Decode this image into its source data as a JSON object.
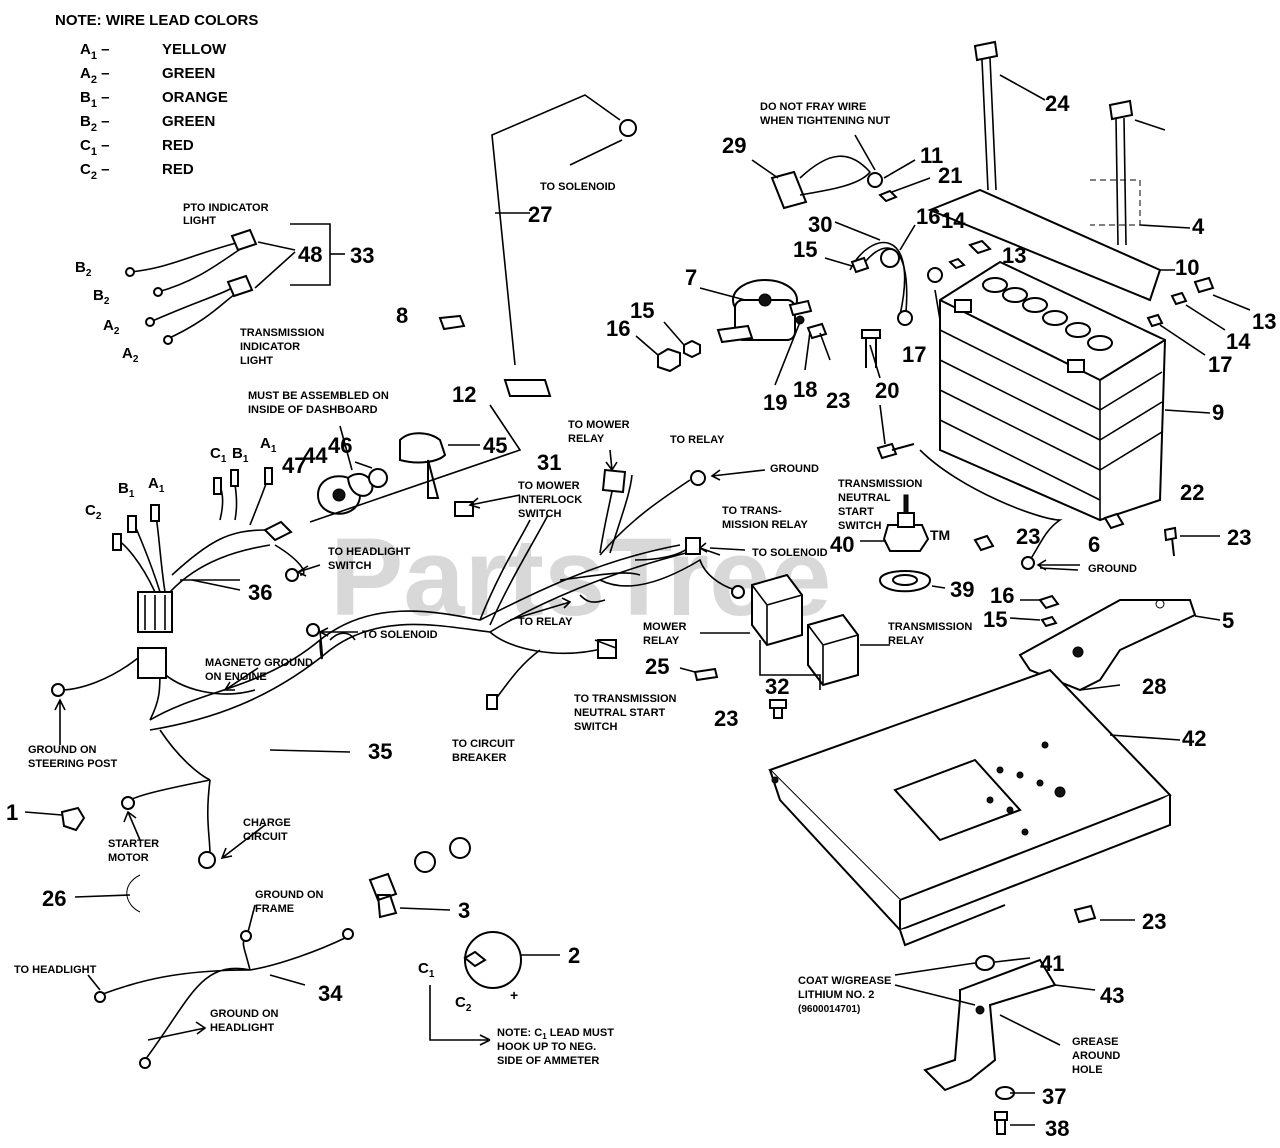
{
  "note": {
    "title": "NOTE: WIRE LEAD COLORS",
    "rows": [
      {
        "code": "A",
        "sub": "1",
        "color": "YELLOW"
      },
      {
        "code": "A",
        "sub": "2",
        "color": "GREEN"
      },
      {
        "code": "B",
        "sub": "1",
        "color": "ORANGE"
      },
      {
        "code": "B",
        "sub": "2",
        "color": "GREEN"
      },
      {
        "code": "C",
        "sub": "1",
        "color": "RED"
      },
      {
        "code": "C",
        "sub": "2",
        "color": "RED"
      }
    ]
  },
  "watermark": "PartsTree",
  "watermark_tm": "TM",
  "labels": {
    "pto": [
      "PTO INDICATOR",
      "LIGHT"
    ],
    "transmission_indicator": [
      "TRANSMISSION",
      "INDICATOR",
      "LIGHT"
    ],
    "to_solenoid_top": "TO SOLENOID",
    "do_not_fray": [
      "DO NOT FRAY WIRE",
      "WHEN TIGHTENING NUT"
    ],
    "dashboard": [
      "MUST BE ASSEMBLED ON",
      "INSIDE OF DASHBOARD"
    ],
    "to_mower_relay": [
      "TO MOWER",
      "RELAY"
    ],
    "to_relay_top": "TO RELAY",
    "ground_mid": "GROUND",
    "to_mower_interlock": [
      "TO MOWER",
      "INTERLOCK",
      "SWITCH"
    ],
    "to_trans_relay": [
      "TO TRANS-",
      "MISSION RELAY"
    ],
    "to_solenoid_mid": "TO SOLENOID",
    "trans_neutral_switch": [
      "TRANSMISSION",
      "NEUTRAL",
      "START",
      "SWITCH"
    ],
    "ground_right": "GROUND",
    "to_headlight_switch": [
      "TO HEADLIGHT",
      "SWITCH"
    ],
    "to_solenoid_low": "TO SOLENOID",
    "to_relay_low": "TO RELAY",
    "mower_relay": [
      "MOWER",
      "RELAY"
    ],
    "transmission_relay": [
      "TRANSMISSION",
      "RELAY"
    ],
    "magneto": [
      "MAGNETO GROUND",
      "ON ENGINE"
    ],
    "ground_steering": [
      "GROUND ON",
      "STEERING POST"
    ],
    "to_trans_neutral": [
      "TO TRANSMISSION",
      "NEUTRAL START",
      "SWITCH"
    ],
    "to_circuit_breaker": [
      "TO CIRCUIT",
      "BREAKER"
    ],
    "starter_motor": [
      "STARTER",
      "MOTOR"
    ],
    "charge_circuit": [
      "CHARGE",
      "CIRCUIT"
    ],
    "ground_frame": [
      "GROUND ON",
      "FRAME"
    ],
    "to_headlight": "TO HEADLIGHT",
    "ground_headlight": [
      "GROUND ON",
      "HEADLIGHT"
    ],
    "note_c1": [
      "NOTE: C",
      "1",
      " LEAD MUST",
      "HOOK UP TO NEG.",
      "SIDE OF AMMETER"
    ],
    "coat_grease": [
      "COAT W/GREASE",
      "LITHIUM NO. 2",
      "(9600014701)"
    ],
    "grease_hole": [
      "GREASE",
      "AROUND",
      "HOLE"
    ],
    "leads": {
      "b2a": "B",
      "b2b": "B",
      "a2a": "A",
      "a2b": "A",
      "c1": "C",
      "b1": "B",
      "a1": "A",
      "c2": "C",
      "b1b": "B",
      "a1b": "A",
      "amm_c1": "C",
      "amm_c2": "C",
      "plus": "+"
    }
  },
  "parts": [
    "1",
    "2",
    "3",
    "4",
    "5",
    "6",
    "7",
    "8",
    "9",
    "10",
    "11",
    "12",
    "13",
    "14",
    "15",
    "16",
    "17",
    "18",
    "19",
    "20",
    "21",
    "22",
    "23",
    "24",
    "25",
    "26",
    "27",
    "28",
    "29",
    "30",
    "31",
    "32",
    "33",
    "34",
    "35",
    "36",
    "37",
    "38",
    "39",
    "40",
    "41",
    "42",
    "43",
    "44",
    "45",
    "46",
    "47",
    "48"
  ]
}
